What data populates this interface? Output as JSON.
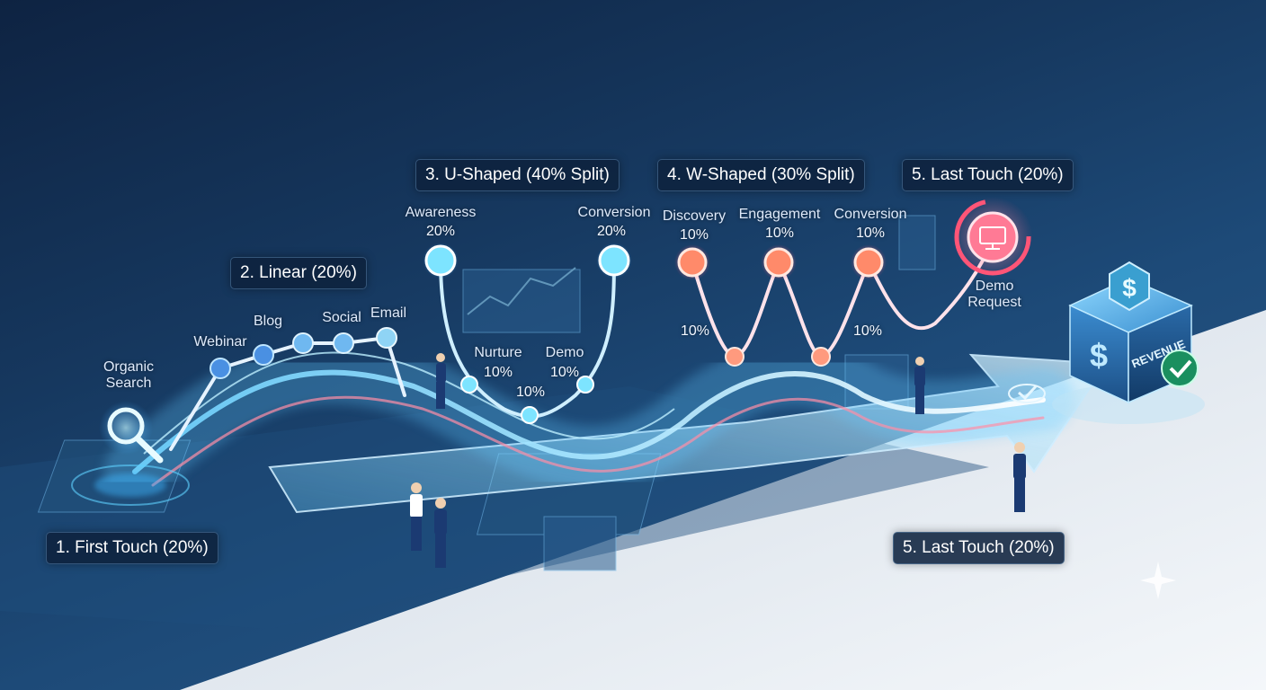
{
  "badges": {
    "first": "1. First Touch (20%)",
    "linear": "2. Linear (20%)",
    "u_shaped": "3. U-Shaped (40% Split)",
    "w_shaped": "4. W-Shaped (30% Split)",
    "last_top": "5. Last Touch (20%)",
    "last_bottom": "5. Last Touch (20%)"
  },
  "touchpoints": {
    "organic": [
      "Organic",
      "Search"
    ],
    "webinar": "Webinar",
    "blog": "Blog",
    "social": "Social",
    "email": "Email",
    "awareness": "Awareness",
    "awareness_pct": "20%",
    "conversion_u": "Conversion",
    "conversion_u_pct": "20%",
    "nurture": "Nurture",
    "nurture_pct": "10%",
    "demo": "Demo",
    "demo_pct": "10%",
    "valley_pct": "10%",
    "discovery": "Discovery",
    "discovery_pct": "10%",
    "engagement": "Engagement",
    "engagement_pct": "10%",
    "conversion_w": "Conversion",
    "conversion_w_pct": "10%",
    "w_low_left_pct": "10%",
    "w_low_right_pct": "10%",
    "demo_request": [
      "Demo",
      "Request"
    ]
  },
  "revenue_label": "REVENUE",
  "dollar_symbol": "$",
  "icons": [
    "search-icon",
    "monitor-icon",
    "dollar-icon",
    "check-icon",
    "sparkle-icon"
  ],
  "colors": {
    "background_dark": "#0e2342",
    "background_mid": "#1d4a78",
    "floor": "#e9eef4",
    "stream_glow": "#7fd8ff",
    "node_blue": "#4a90e2",
    "node_cyan": "#7de4ff",
    "node_orange": "#ff8a6a",
    "accent_pink": "#ff5577",
    "check_green": "#27c281",
    "cube": "#2a6aa8"
  }
}
